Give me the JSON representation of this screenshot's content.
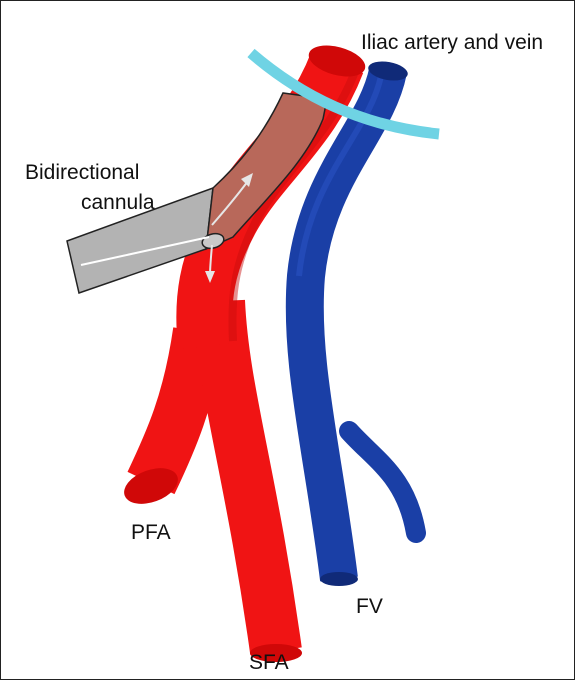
{
  "labels": {
    "iliac": "Iliac artery and vein",
    "cannula_line1": "Bidirectional",
    "cannula_line2": "cannula",
    "pfa": "PFA",
    "sfa": "SFA",
    "fv": "FV"
  },
  "colors": {
    "artery": "#f01414",
    "artery_dark": "#c00000",
    "vein": "#1a3fa6",
    "vein_dark": "#102a78",
    "cannula": "#b3b3b3",
    "cannula_inside_artery": "#b8685a",
    "iliac_arc": "#6fd3e4",
    "flow_arrow": "#ffffff"
  }
}
